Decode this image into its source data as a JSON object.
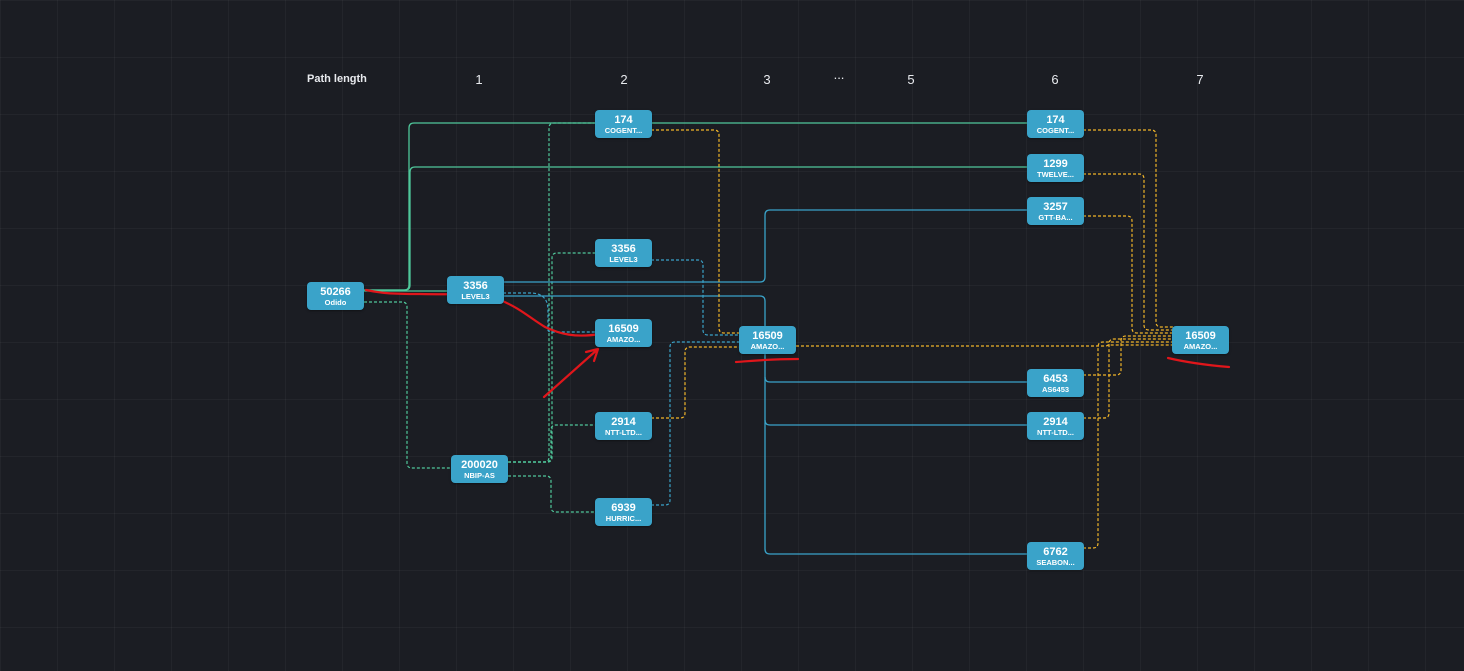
{
  "header": {
    "path_length_label": "Path length",
    "columns": [
      "1",
      "2",
      "3",
      "...",
      "5",
      "6",
      "7"
    ]
  },
  "nodes": {
    "n50266": {
      "asn": "50266",
      "name": "Odido"
    },
    "n3356a": {
      "asn": "3356",
      "name": "LEVEL3"
    },
    "n200020": {
      "asn": "200020",
      "name": "NBIP-AS"
    },
    "n174a": {
      "asn": "174",
      "name": "COGENT..."
    },
    "n3356b": {
      "asn": "3356",
      "name": "LEVEL3"
    },
    "n16509a": {
      "asn": "16509",
      "name": "AMAZO..."
    },
    "n2914a": {
      "asn": "2914",
      "name": "NTT-LTD..."
    },
    "n6939": {
      "asn": "6939",
      "name": "HURRIC..."
    },
    "n16509b": {
      "asn": "16509",
      "name": "AMAZO..."
    },
    "n174b": {
      "asn": "174",
      "name": "COGENT..."
    },
    "n1299": {
      "asn": "1299",
      "name": "TWELVE..."
    },
    "n3257": {
      "asn": "3257",
      "name": "GTT-BA..."
    },
    "n6453": {
      "asn": "6453",
      "name": "AS6453"
    },
    "n2914b": {
      "asn": "2914",
      "name": "NTT-LTD..."
    },
    "n6762": {
      "asn": "6762",
      "name": "SEABON..."
    },
    "n16509c": {
      "asn": "16509",
      "name": "AMAZO..."
    }
  },
  "colors": {
    "background": "#1b1d23",
    "node": "#3aa3c9",
    "edge_green": "#4fc79a",
    "edge_blue": "#3aa3c9",
    "edge_orange": "#f0b429",
    "annotation_red": "#e0161b"
  }
}
